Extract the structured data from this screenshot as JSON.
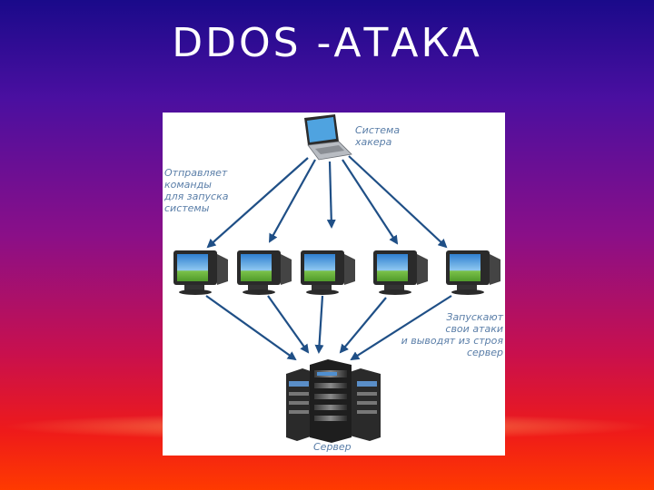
{
  "slide": {
    "title": "DDOS -АТАКА"
  },
  "diagram": {
    "hacker_label": [
      "Система",
      "хакера"
    ],
    "command_label": [
      "Отправляет",
      "команды",
      "для запуска",
      "системы"
    ],
    "attack_label": [
      "Запускают",
      "свои атаки",
      "и выводят из строя",
      "сервер"
    ],
    "server_label": "Сервер",
    "nodes": [
      {
        "name": "hacker-laptop",
        "icon": "laptop-icon"
      },
      {
        "name": "zombie-computer-1",
        "icon": "monitor-icon"
      },
      {
        "name": "zombie-computer-2",
        "icon": "monitor-icon"
      },
      {
        "name": "zombie-computer-3",
        "icon": "monitor-icon"
      },
      {
        "name": "zombie-computer-4",
        "icon": "monitor-icon"
      },
      {
        "name": "zombie-computer-5",
        "icon": "monitor-icon"
      },
      {
        "name": "target-server",
        "icon": "server-rack-icon"
      }
    ],
    "colors": {
      "arrow": "#1f4f86",
      "label": "#5a7ea8",
      "screen_sky": "#3a8fd8",
      "screen_grass": "#7cc24a"
    }
  }
}
